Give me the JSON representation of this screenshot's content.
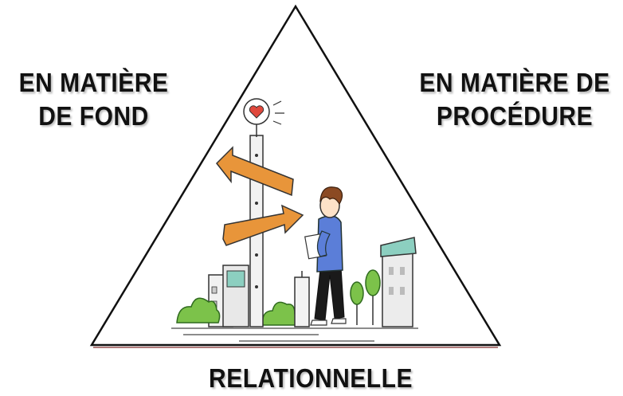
{
  "labels": {
    "left": [
      "EN MATIÈRE",
      "DE FOND"
    ],
    "right": [
      "EN MATIÈRE DE",
      "PROCÉDURE"
    ],
    "bottom": "RELATIONNELLE"
  },
  "colors": {
    "triangle_stroke": "#111111",
    "arrow_orange": "#e8953a",
    "shirt_blue": "#5b7ed8",
    "tree_green": "#7cc24a",
    "building_teal": "#8ccfc0",
    "heart_red": "#e0483c"
  },
  "illustration": "signpost-person-illustration"
}
